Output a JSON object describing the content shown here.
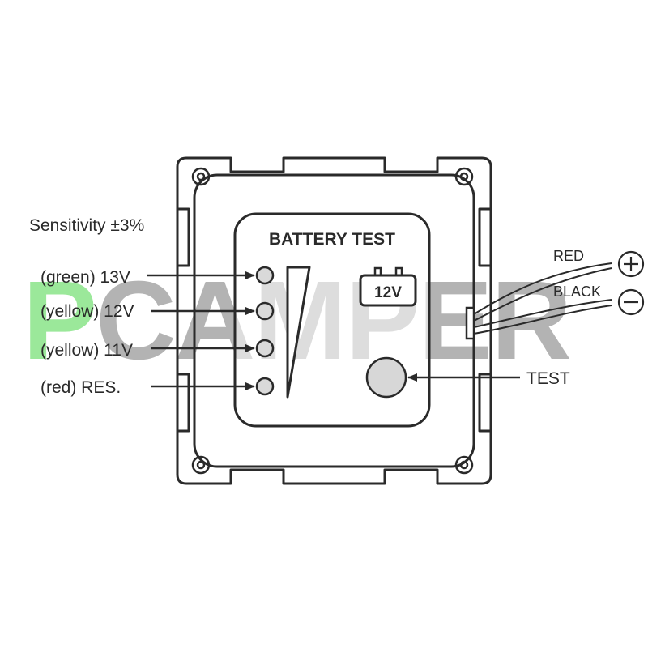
{
  "watermark": {
    "text": "PCAMPER",
    "colors": {
      "P": "#9be89a",
      "rest": "#b3b3b3"
    }
  },
  "sensitivity_label": "Sensitivity ±3%",
  "panel": {
    "title": "BATTERY TEST",
    "battery_label": "12V",
    "test_button_color": "#d7d7d7"
  },
  "indicators": [
    {
      "label": "(green) 13V"
    },
    {
      "label": "(yellow) 12V"
    },
    {
      "label": "(yellow) 11V"
    },
    {
      "label": "(red) RES."
    }
  ],
  "wires": {
    "red_label": "RED",
    "black_label": "BLACK",
    "plus_symbol": "+",
    "minus_symbol": "−"
  },
  "test_label": "TEST",
  "colors": {
    "line": "#2a2a2a",
    "led_fill": "#d9d9d9",
    "background": "#ffffff"
  }
}
